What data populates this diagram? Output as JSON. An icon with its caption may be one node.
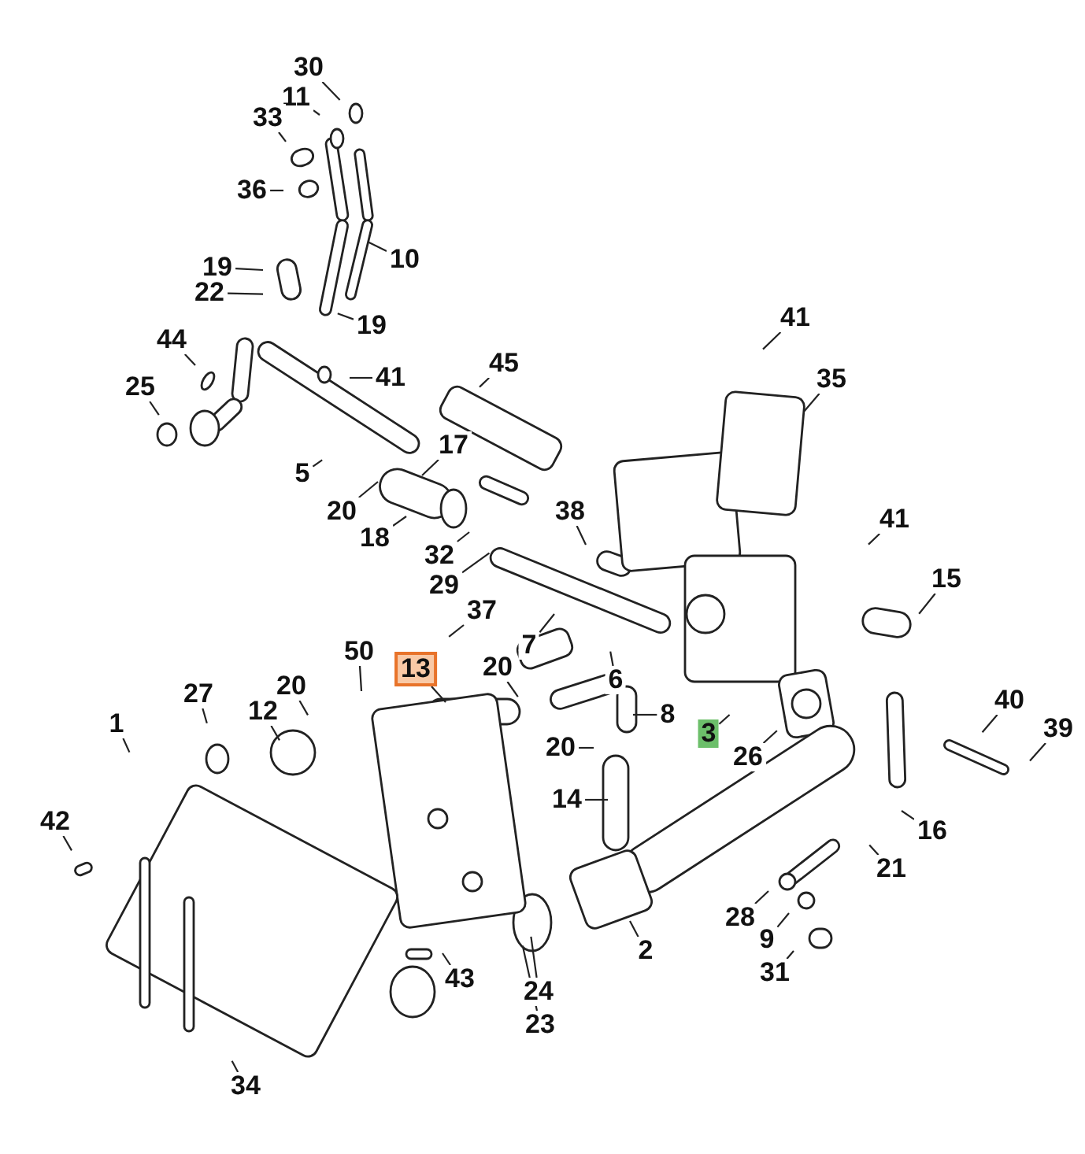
{
  "diagram": {
    "nodes": [
      {
        "text": [
          "30"
        ]
      },
      {
        "text": [
          "11"
        ]
      },
      {
        "text": [
          "33"
        ]
      },
      {
        "text": [
          "36"
        ]
      },
      {
        "text": [
          "10"
        ]
      },
      {
        "text": [
          "19"
        ]
      },
      {
        "text": [
          "22"
        ]
      },
      {
        "text": [
          "19"
        ]
      },
      {
        "text": [
          "44"
        ]
      },
      {
        "text": [
          "41"
        ]
      },
      {
        "text": [
          "25"
        ]
      },
      {
        "text": [
          "45"
        ]
      },
      {
        "text": [
          "5"
        ]
      },
      {
        "text": [
          "17"
        ]
      },
      {
        "text": [
          "20"
        ]
      },
      {
        "text": [
          "18"
        ]
      },
      {
        "text": [
          "32"
        ]
      },
      {
        "text": [
          "38"
        ]
      },
      {
        "text": [
          "29"
        ]
      },
      {
        "text": [
          "37"
        ]
      },
      {
        "text": [
          "7"
        ]
      },
      {
        "text": [
          "41"
        ]
      },
      {
        "text": [
          "35"
        ]
      },
      {
        "text": [
          "41"
        ]
      },
      {
        "text": [
          "15"
        ]
      },
      {
        "text": [
          "50"
        ]
      },
      {
        "text": [
          "13"
        ]
      },
      {
        "text": [
          "20"
        ]
      },
      {
        "text": [
          "6"
        ]
      },
      {
        "text": [
          "8"
        ]
      },
      {
        "text": [
          "3"
        ]
      },
      {
        "text": [
          "26"
        ]
      },
      {
        "text": [
          "40"
        ]
      },
      {
        "text": [
          "39"
        ]
      },
      {
        "text": [
          "27"
        ]
      },
      {
        "text": [
          "12"
        ]
      },
      {
        "text": [
          "20"
        ]
      },
      {
        "text": [
          "1"
        ]
      },
      {
        "text": [
          "20"
        ]
      },
      {
        "text": [
          "14"
        ]
      },
      {
        "text": [
          "16"
        ]
      },
      {
        "text": [
          "21"
        ]
      },
      {
        "text": [
          "28"
        ]
      },
      {
        "text": [
          "9"
        ]
      },
      {
        "text": [
          "2"
        ]
      },
      {
        "text": [
          "42"
        ]
      },
      {
        "text": [
          "24"
        ]
      },
      {
        "text": [
          "23"
        ]
      },
      {
        "text": [
          "43"
        ]
      },
      {
        "text": [
          "31"
        ]
      },
      {
        "text": [
          "34"
        ]
      }
    ],
    "edges": [
      {
        "from": 0,
        "to": null,
        "arrow": "none"
      },
      {
        "from": 1,
        "to": null,
        "arrow": "none"
      },
      {
        "from": 2,
        "to": null,
        "arrow": "none"
      },
      {
        "from": 3,
        "to": null,
        "arrow": "none"
      },
      {
        "from": 4,
        "to": null,
        "arrow": "none"
      },
      {
        "from": 5,
        "to": null,
        "arrow": "none"
      },
      {
        "from": 6,
        "to": null,
        "arrow": "none"
      },
      {
        "from": 7,
        "to": null,
        "arrow": "none"
      },
      {
        "from": 8,
        "to": null,
        "arrow": "none"
      },
      {
        "from": 9,
        "to": null,
        "arrow": "none"
      },
      {
        "from": 10,
        "to": null,
        "arrow": "none"
      },
      {
        "from": 11,
        "to": null,
        "arrow": "none"
      },
      {
        "from": 12,
        "to": null,
        "arrow": "none"
      },
      {
        "from": 13,
        "to": null,
        "arrow": "none"
      },
      {
        "from": 14,
        "to": null,
        "arrow": "none"
      },
      {
        "from": 15,
        "to": null,
        "arrow": "none"
      },
      {
        "from": 16,
        "to": null,
        "arrow": "none"
      },
      {
        "from": 17,
        "to": null,
        "arrow": "none"
      },
      {
        "from": 18,
        "to": null,
        "arrow": "none"
      },
      {
        "from": 19,
        "to": null,
        "arrow": "none"
      },
      {
        "from": 20,
        "to": null,
        "arrow": "none"
      },
      {
        "from": 21,
        "to": null,
        "arrow": "none"
      },
      {
        "from": 22,
        "to": null,
        "arrow": "none"
      },
      {
        "from": 23,
        "to": null,
        "arrow": "none"
      },
      {
        "from": 24,
        "to": null,
        "arrow": "none"
      },
      {
        "from": 25,
        "to": null,
        "arrow": "none"
      },
      {
        "from": 26,
        "to": null,
        "arrow": "none"
      },
      {
        "from": 27,
        "to": null,
        "arrow": "none"
      },
      {
        "from": 28,
        "to": null,
        "arrow": "none"
      },
      {
        "from": 29,
        "to": null,
        "arrow": "none"
      },
      {
        "from": 30,
        "to": null,
        "arrow": "none"
      },
      {
        "from": 31,
        "to": null,
        "arrow": "none"
      },
      {
        "from": 32,
        "to": null,
        "arrow": "none"
      },
      {
        "from": 33,
        "to": null,
        "arrow": "none"
      },
      {
        "from": 34,
        "to": null,
        "arrow": "none"
      },
      {
        "from": 35,
        "to": null,
        "arrow": "none"
      },
      {
        "from": 36,
        "to": null,
        "arrow": "none"
      },
      {
        "from": 37,
        "to": null,
        "arrow": "none"
      },
      {
        "from": 38,
        "to": null,
        "arrow": "none"
      },
      {
        "from": 39,
        "to": null,
        "arrow": "none"
      },
      {
        "from": 40,
        "to": null,
        "arrow": "none"
      },
      {
        "from": 41,
        "to": null,
        "arrow": "none"
      },
      {
        "from": 42,
        "to": null,
        "arrow": "none"
      },
      {
        "from": 43,
        "to": null,
        "arrow": "none"
      },
      {
        "from": 44,
        "to": null,
        "arrow": "none"
      },
      {
        "from": 45,
        "to": null,
        "arrow": "none"
      },
      {
        "from": 46,
        "to": null,
        "arrow": "none"
      },
      {
        "from": 47,
        "to": null,
        "arrow": "none"
      },
      {
        "from": 48,
        "to": null,
        "arrow": "none"
      },
      {
        "from": 49,
        "to": null,
        "arrow": "none"
      },
      {
        "from": 50,
        "to": null,
        "arrow": "none"
      }
    ]
  }
}
